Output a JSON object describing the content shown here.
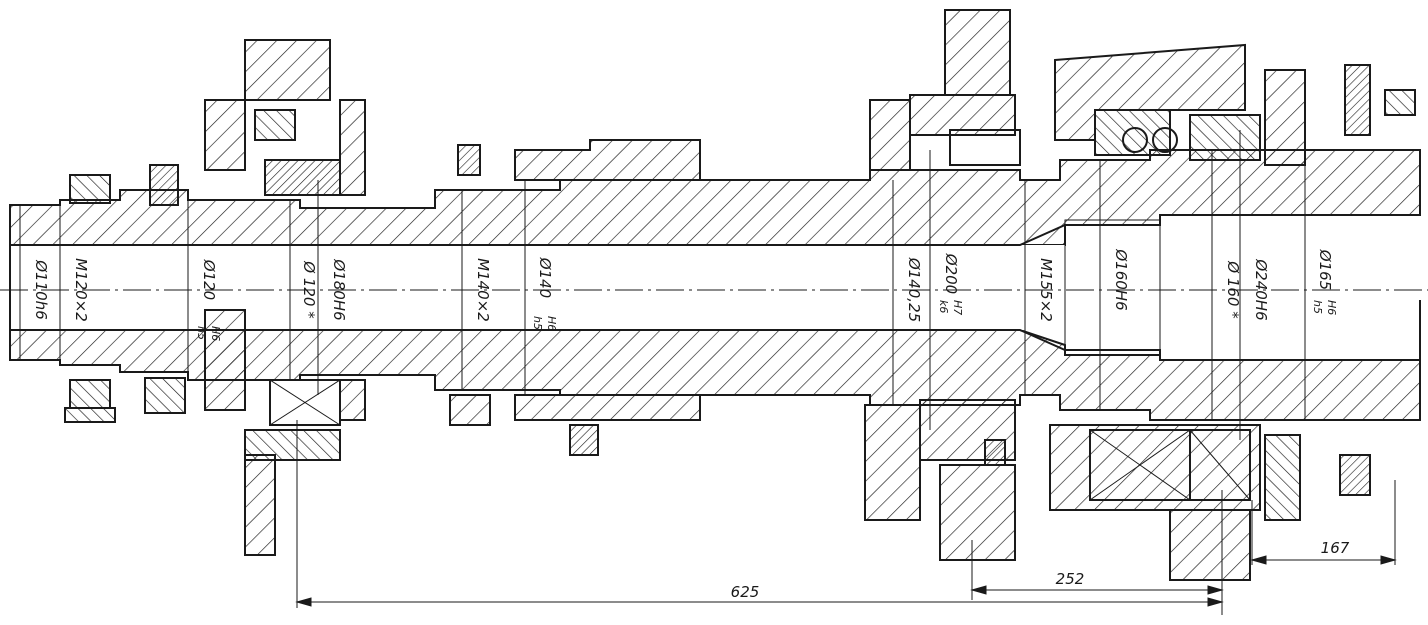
{
  "labels": {
    "d110h6": "Ø110h6",
    "m120x2": "M120×2",
    "d120h5": "Ø120",
    "d120h5_fit_top": "H6",
    "d120h5_fit_bot": "h5",
    "d120x": "Ø 120 *",
    "d180h6": "Ø180H6",
    "m140x2": "M140×2",
    "d140h5": "Ø140",
    "d140h5_fit_top": "H6",
    "d140h5_fit_bot": "h5",
    "d140_25": "Ø140,25",
    "d200": "Ø200",
    "d200_fit_top": "H7",
    "d200_fit_bot": "k6",
    "m155x2": "M155×2",
    "d160h6": "Ø160H6",
    "d160x": "Ø 160 *",
    "d240h6": "Ø240H6",
    "d165": "Ø165",
    "d165_fit_top": "H6",
    "d165_fit_bot": "h5"
  },
  "dimensions": {
    "length_625": "625",
    "length_252": "252",
    "length_167": "167"
  }
}
